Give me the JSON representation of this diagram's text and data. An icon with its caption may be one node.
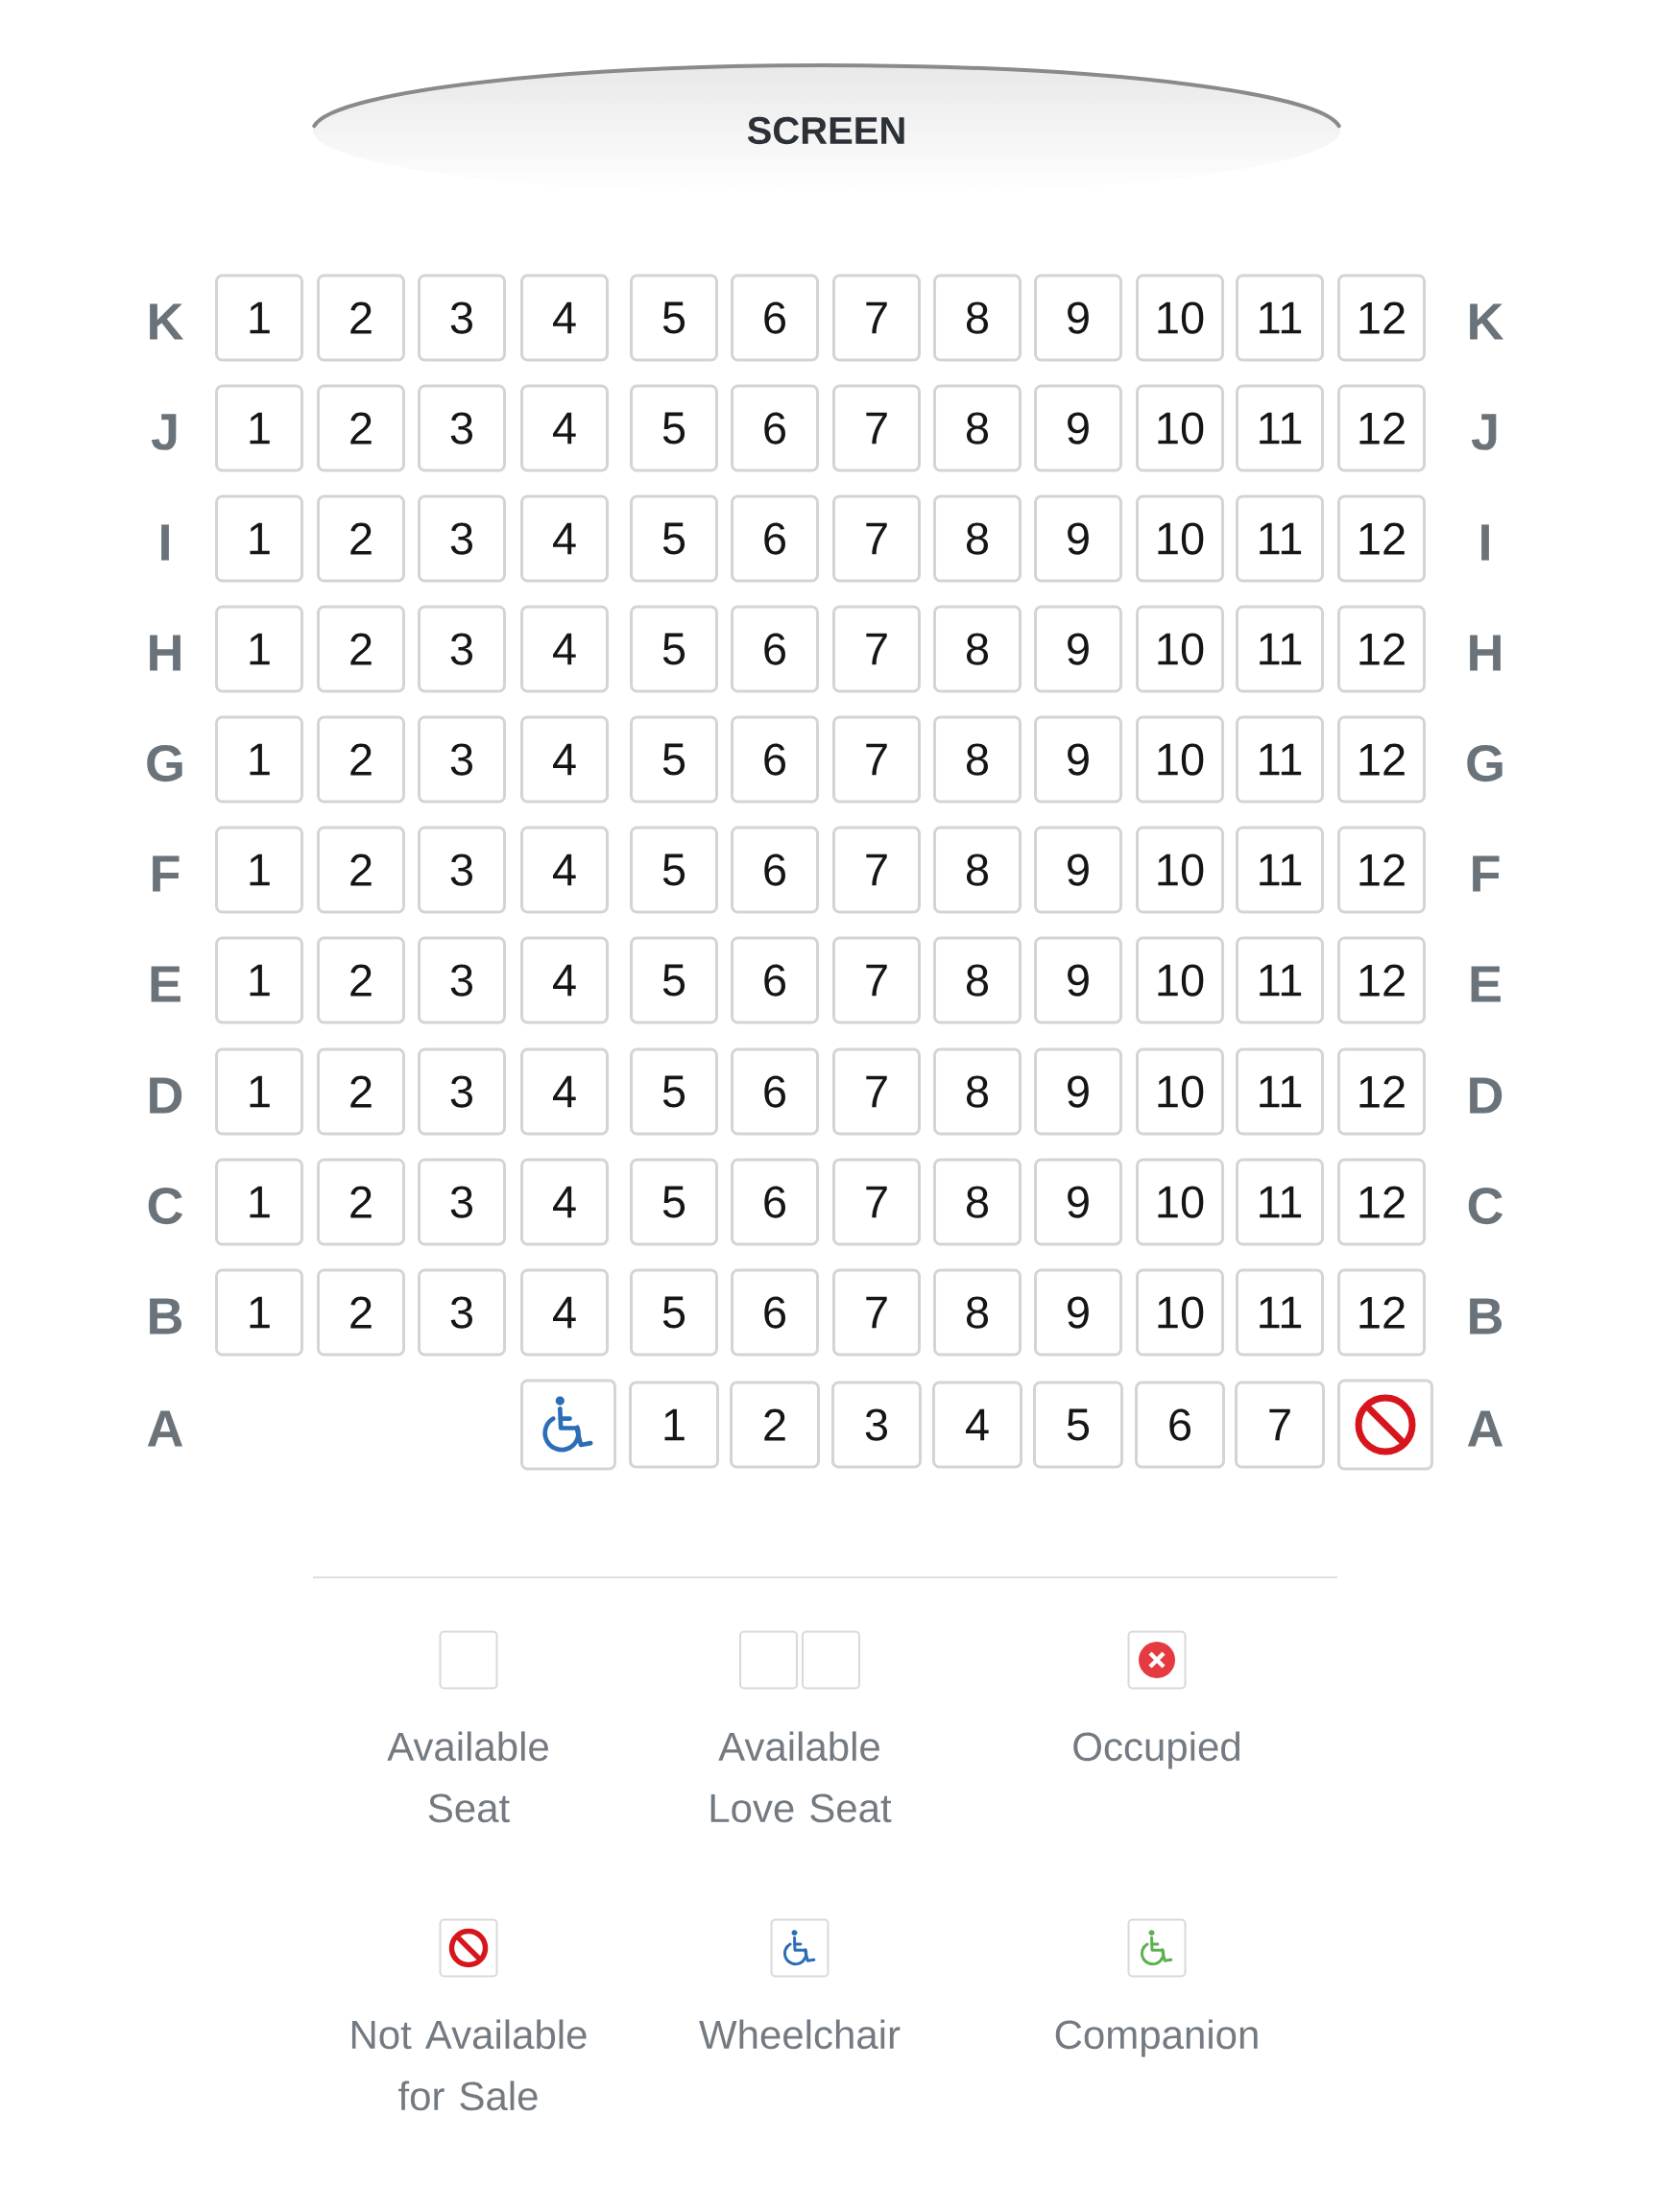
{
  "diagram": {
    "nodes": [
      {
        "text": [
          "SCREEN"
        ]
      },
      {
        "text": [
          "1"
        ]
      },
      {
        "text": [
          "2"
        ]
      },
      {
        "text": [
          "3"
        ]
      },
      {
        "text": [
          "4"
        ]
      },
      {
        "text": [
          "5"
        ]
      },
      {
        "text": [
          "6"
        ]
      },
      {
        "text": [
          "7"
        ]
      },
      {
        "text": [
          "8"
        ]
      },
      {
        "text": [
          "9"
        ]
      },
      {
        "text": [
          "10"
        ]
      },
      {
        "text": [
          "11"
        ]
      },
      {
        "text": [
          "12"
        ]
      },
      {
        "text": [
          "1"
        ]
      },
      {
        "text": [
          "2"
        ]
      },
      {
        "text": [
          "3"
        ]
      },
      {
        "text": [
          "4"
        ]
      },
      {
        "text": [
          "5"
        ]
      },
      {
        "text": [
          "6"
        ]
      },
      {
        "text": [
          "7"
        ]
      },
      {
        "text": [
          "8"
        ]
      },
      {
        "text": [
          "9"
        ]
      },
      {
        "text": [
          "10"
        ]
      },
      {
        "text": [
          "11"
        ]
      },
      {
        "text": [
          "12"
        ]
      },
      {
        "text": [
          "1"
        ]
      },
      {
        "text": [
          "2"
        ]
      },
      {
        "text": [
          "3"
        ]
      },
      {
        "text": [
          "4"
        ]
      },
      {
        "text": [
          "5"
        ]
      },
      {
        "text": [
          "6"
        ]
      },
      {
        "text": [
          "7"
        ]
      },
      {
        "text": [
          "8"
        ]
      },
      {
        "text": [
          "9"
        ]
      },
      {
        "text": [
          "10"
        ]
      },
      {
        "text": [
          "11"
        ]
      },
      {
        "text": [
          "12"
        ]
      },
      {
        "text": [
          "1"
        ]
      },
      {
        "text": [
          "2"
        ]
      },
      {
        "text": [
          "3"
        ]
      },
      {
        "text": [
          "4"
        ]
      },
      {
        "text": [
          "5"
        ]
      },
      {
        "text": [
          "6"
        ]
      },
      {
        "text": [
          "7"
        ]
      },
      {
        "text": [
          "8"
        ]
      },
      {
        "text": [
          "9"
        ]
      },
      {
        "text": [
          "10"
        ]
      },
      {
        "text": [
          "11"
        ]
      },
      {
        "text": [
          "12"
        ]
      },
      {
        "text": [
          "1"
        ]
      },
      {
        "text": [
          "2"
        ]
      },
      {
        "text": [
          "3"
        ]
      },
      {
        "text": [
          "4"
        ]
      },
      {
        "text": [
          "5"
        ]
      },
      {
        "text": [
          "6"
        ]
      },
      {
        "text": [
          "7"
        ]
      },
      {
        "text": [
          "8"
        ]
      },
      {
        "text": [
          "9"
        ]
      },
      {
        "text": [
          "10"
        ]
      },
      {
        "text": [
          "11"
        ]
      },
      {
        "text": [
          "12"
        ]
      },
      {
        "text": [
          "1"
        ]
      },
      {
        "text": [
          "2"
        ]
      },
      {
        "text": [
          "3"
        ]
      },
      {
        "text": [
          "4"
        ]
      },
      {
        "text": [
          "5"
        ]
      },
      {
        "text": [
          "6"
        ]
      },
      {
        "text": [
          "7"
        ]
      },
      {
        "text": [
          "8"
        ]
      },
      {
        "text": [
          "9"
        ]
      },
      {
        "text": [
          "10"
        ]
      },
      {
        "text": [
          "11"
        ]
      },
      {
        "text": [
          "12"
        ]
      },
      {
        "text": [
          "1"
        ]
      },
      {
        "text": [
          "2"
        ]
      },
      {
        "text": [
          "3"
        ]
      },
      {
        "text": [
          "4"
        ]
      },
      {
        "text": [
          "5"
        ]
      },
      {
        "text": [
          "6"
        ]
      },
      {
        "text": [
          "7"
        ]
      },
      {
        "text": [
          "8"
        ]
      },
      {
        "text": [
          "9"
        ]
      },
      {
        "text": [
          "10"
        ]
      },
      {
        "text": [
          "11"
        ]
      },
      {
        "text": [
          "12"
        ]
      },
      {
        "text": [
          "1"
        ]
      },
      {
        "text": [
          "2"
        ]
      },
      {
        "text": [
          "3"
        ]
      },
      {
        "text": [
          "4"
        ]
      },
      {
        "text": [
          "5"
        ]
      },
      {
        "text": [
          "6"
        ]
      },
      {
        "text": [
          "7"
        ]
      },
      {
        "text": [
          "8"
        ]
      },
      {
        "text": [
          "9"
        ]
      },
      {
        "text": [
          "10"
        ]
      },
      {
        "text": [
          "11"
        ]
      },
      {
        "text": [
          "12"
        ]
      },
      {
        "text": [
          "1"
        ]
      },
      {
        "text": [
          "2"
        ]
      },
      {
        "text": [
          "3"
        ]
      },
      {
        "text": [
          "4"
        ]
      },
      {
        "text": [
          "5"
        ]
      },
      {
        "text": [
          "6"
        ]
      },
      {
        "text": [
          "7"
        ]
      },
      {
        "text": [
          "8"
        ]
      },
      {
        "text": [
          "9"
        ]
      },
      {
        "text": [
          "10"
        ]
      },
      {
        "text": [
          "11"
        ]
      },
      {
        "text": [
          "12"
        ]
      },
      {
        "text": [
          "1"
        ]
      },
      {
        "text": [
          "2"
        ]
      },
      {
        "text": [
          "3"
        ]
      },
      {
        "text": [
          "4"
        ]
      },
      {
        "text": [
          "5"
        ]
      },
      {
        "text": [
          "6"
        ]
      },
      {
        "text": [
          "7"
        ]
      },
      {
        "text": [
          "8"
        ]
      },
      {
        "text": [
          "9"
        ]
      },
      {
        "text": [
          "10"
        ]
      },
      {
        "text": [
          "11"
        ]
      },
      {
        "text": [
          "12"
        ]
      },
      {
        "text": [],
        "shape": "box"
      },
      {
        "text": [
          "1"
        ]
      },
      {
        "text": [
          "2"
        ]
      },
      {
        "text": [
          "3"
        ]
      },
      {
        "text": [
          "4"
        ]
      },
      {
        "text": [
          "5"
        ]
      },
      {
        "text": [
          "6"
        ]
      },
      {
        "text": [
          "7"
        ]
      },
      {
        "text": [],
        "shape": "box"
      }
    ],
    "labels": [
      "K",
      "K",
      "J",
      "J",
      "I",
      "I",
      "H",
      "H",
      "G",
      "G",
      "F",
      "F",
      "E",
      "E",
      "D",
      "D",
      "C",
      "C",
      "B",
      "B",
      "A",
      "A"
    ],
    "legend": [
      {
        "text": "Available Seat"
      },
      {
        "text": "Available Love Seat"
      },
      {
        "text": "Occupied"
      },
      {
        "text": "Not Available for Sale"
      },
      {
        "text": "Wheelchair"
      },
      {
        "text": "Companion"
      }
    ]
  }
}
